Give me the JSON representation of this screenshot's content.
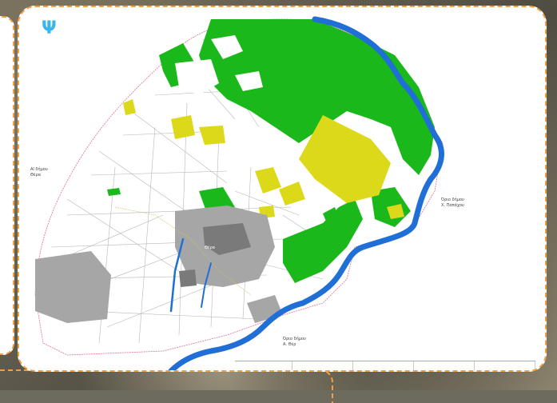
{
  "logo": {
    "glyph": "Ψ",
    "icon": "trident-logo-icon"
  },
  "labels": {
    "west_line1": "Al δήμου",
    "west_line2": "Θέρα",
    "east_line1": "Όριο δήμου",
    "east_line2": "Χ. Παπάχου",
    "south_line1": "Όριο δήμου",
    "south_line2": "Α. Θέρ",
    "center": "Θέρα"
  },
  "colors": {
    "forest": "#1ab81a",
    "agriculture": "#dcd91a",
    "urban": "#a6a6a6",
    "urban_dense": "#7a7a7a",
    "water": "#1f6fd6",
    "border_dashed": "#f0a040"
  }
}
